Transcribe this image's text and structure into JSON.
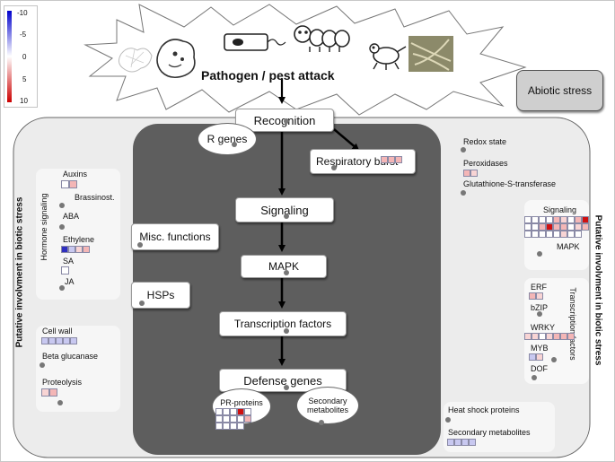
{
  "legend": {
    "ticks": [
      "-10",
      "-5",
      "0",
      "5",
      "10"
    ],
    "colors": {
      "low": "#0000cc",
      "mid": "#ffffff",
      "high": "#cc0000"
    }
  },
  "top": {
    "title": "Pathogen / pest attack",
    "abiotic": "Abiotic stress",
    "icons": [
      "fungus-sketch",
      "bacterium-blob",
      "bacterium-rod",
      "caterpillar",
      "aphid",
      "nematode-photo"
    ]
  },
  "flow": {
    "recognition": "Recognition",
    "r_genes": "R genes",
    "respiratory_burst": "Respiratory burst",
    "signaling": "Signaling",
    "misc_functions": "Misc. functions",
    "mapk": "MAPK",
    "hsps": "HSPs",
    "transcription_factors": "Transcription factors",
    "defense_genes": "Defense genes",
    "pr_proteins": "PR-proteins",
    "secondary_metabolites": "Secondary metabolites"
  },
  "left_side": {
    "vertical_label": "Putative involvment in biotic stress",
    "hormone_label": "Hormone signaling",
    "hormones": [
      "Auxins",
      "Brassinost.",
      "ABA",
      "Ethylene",
      "SA",
      "JA"
    ],
    "cell_wall": "Cell wall",
    "beta_glucanase": "Beta glucanase",
    "proteolysis": "Proteolysis"
  },
  "right_side": {
    "vertical_label": "Putative involvment in biotic stress",
    "redox_state": "Redox state",
    "peroxidases": "Peroxidases",
    "gst": "Glutathione-S-transferase",
    "signaling": "Signaling",
    "mapk": "MAPK",
    "tf_label": "Transcription factors",
    "tfs": [
      "ERF",
      "bZIP",
      "WRKY",
      "MYB",
      "DOF"
    ],
    "heat_shock": "Heat shock proteins",
    "secondary_metabolites": "Secondary metabolites"
  }
}
